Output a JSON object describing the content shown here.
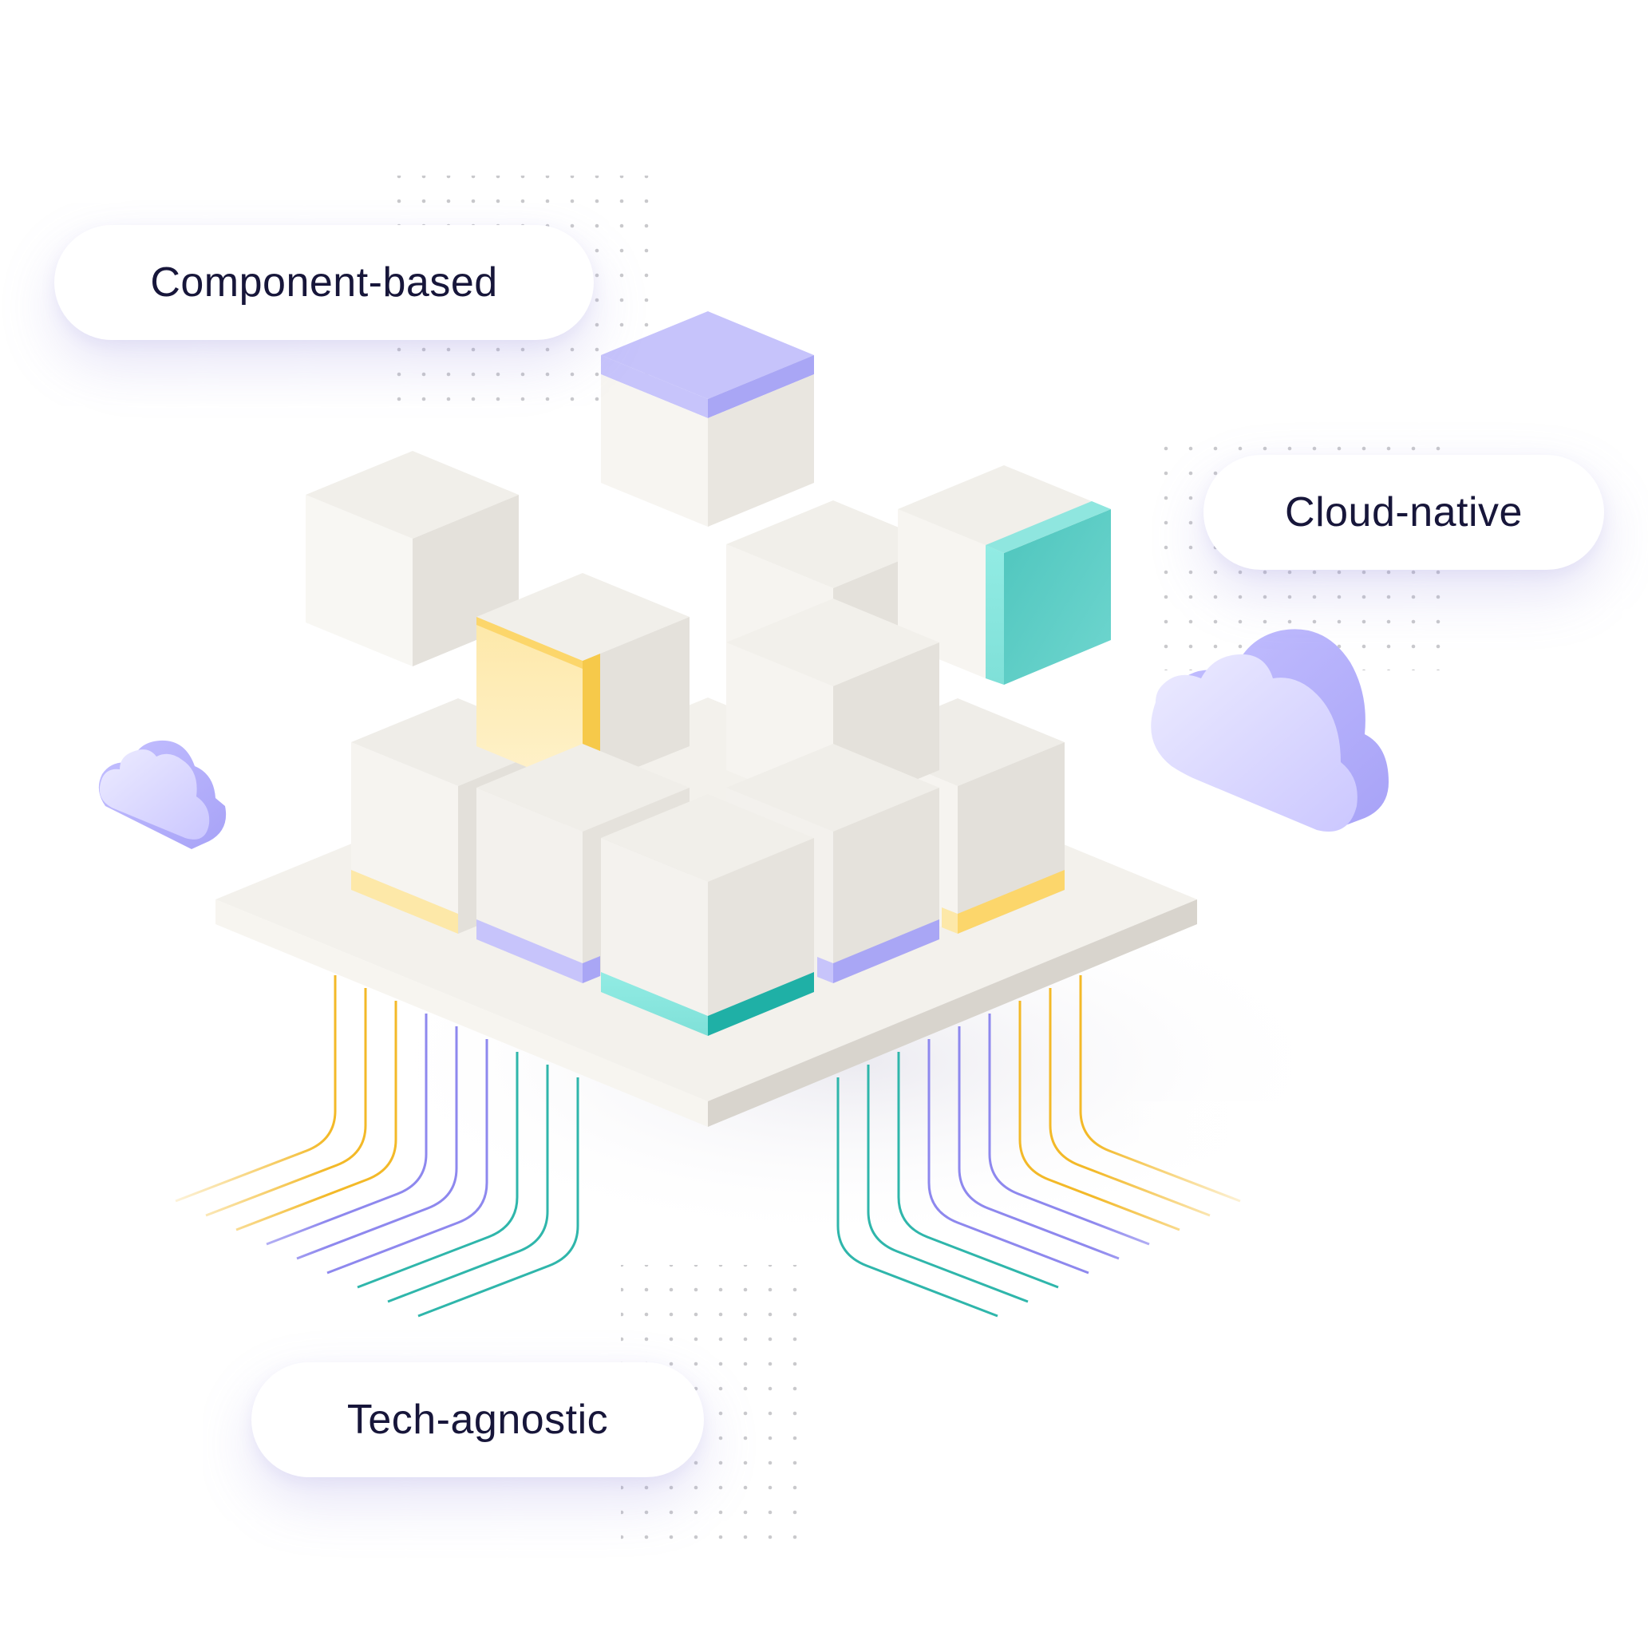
{
  "labels": {
    "component_based": "Component-based",
    "cloud_native": "Cloud-native",
    "tech_agnostic": "Tech-agnostic"
  },
  "colors": {
    "background": "#ffffff",
    "cube_light": "#f7f5f1",
    "cube_side": "#e6e3dd",
    "cube_dark": "#d6d2cb",
    "purple": "#a9a6f5",
    "purple_light": "#c7c4fb",
    "teal": "#49c7bd",
    "teal_light": "#8fe6df",
    "yellow": "#fcd66b",
    "yellow_light": "#fde8a8",
    "text": "#17163a",
    "dots": "#c9c9cc"
  },
  "icons": {
    "cloud_small": "cloud-icon",
    "cloud_large": "cloud-icon"
  }
}
